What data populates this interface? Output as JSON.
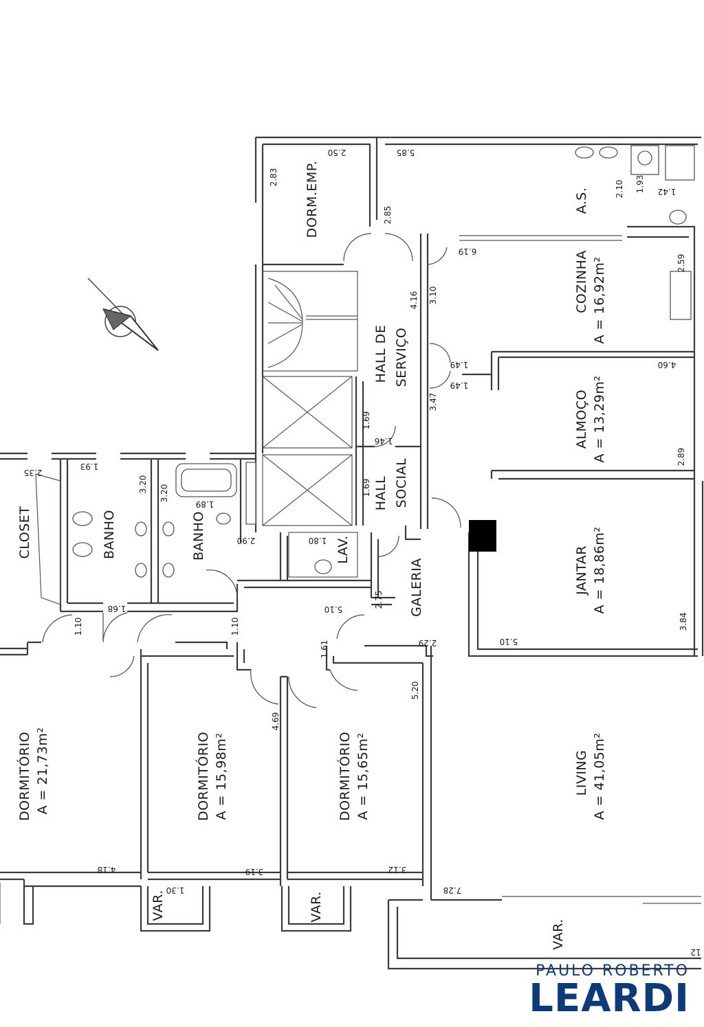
{
  "rooms": {
    "dorm_emp": "DORM.EMP.",
    "as": "A.S.",
    "cozinha": "COZINHA",
    "cozinha_area": "A = 16,92m²",
    "hall_servico_1": "HALL DE",
    "hall_servico_2": "SERVIÇO",
    "almoco": "ALMOÇO",
    "almoco_area": "A = 13,29m²",
    "hall_social_1": "HALL",
    "hall_social_2": "SOCIAL",
    "jantar": "JANTAR",
    "jantar_area": "A = 18,86m²",
    "closet": "CLOSET",
    "banho_1": "BANHO",
    "banho_2": "BANHO",
    "lav": "LAV.",
    "galeria": "GALERIA",
    "dorm_1": "DORMITÓRIO",
    "dorm_1_area": "A = 21,73m²",
    "dorm_2": "DORMITÓRIO",
    "dorm_2_area": "A = 15,98m²",
    "dorm_3": "DORMITÓRIO",
    "dorm_3_area": "A = 15,65m²",
    "living": "LIVING",
    "living_area": "A = 41,05m²",
    "var_1": "VAR.",
    "var_2": "VAR.",
    "var_3": "VAR."
  },
  "dimensions": {
    "d_2_50": "2.50",
    "d_2_83": "2.83",
    "d_2_85": "2.85",
    "d_5_85": "5.85",
    "d_2_10": "2.10",
    "d_1_93a": "1.93",
    "d_1_42": "1.42",
    "d_6_19": "6.19",
    "d_2_59": "2.59",
    "d_4_16": "4.16",
    "d_3_10": "3.10",
    "d_1_49a": "1.49",
    "d_1_49b": "1.49",
    "d_4_60": "4.60",
    "d_3_47": "3.47",
    "d_1_69a": "1.69",
    "d_1_46": "1.46",
    "d_1_69b": "1.69",
    "d_2_89": "2.89",
    "d_2_35": "2.35",
    "d_1_93b": "1.93",
    "d_3_20a": "3.20",
    "d_3_20b": "3.20",
    "d_1_89": "1.89",
    "d_2_90": "2.90",
    "d_1_80": "1.80",
    "d_1_10a": "1.10",
    "d_1_68": "1.68",
    "d_1_10b": "1.10",
    "d_5_10a": "5.10",
    "d_2_75": "2.75",
    "d_5_10b": "5.10",
    "d_3_84": "3.84",
    "d_1_61": "1.61",
    "d_2_29": "2.29",
    "d_5_20": "5.20",
    "d_4_69": "4.69",
    "d_4_18": "4.18",
    "d_3_19": "3.19",
    "d_3_12": "3.12",
    "d_1_30": "1.30",
    "d_7_28": "7.28",
    "d_12": "12"
  },
  "branding": {
    "name_top": "PAULO ROBERTO",
    "name_main": "LEARDI",
    "color": "#0d3b7a"
  },
  "icons": {
    "compass": "north-arrow-icon"
  }
}
